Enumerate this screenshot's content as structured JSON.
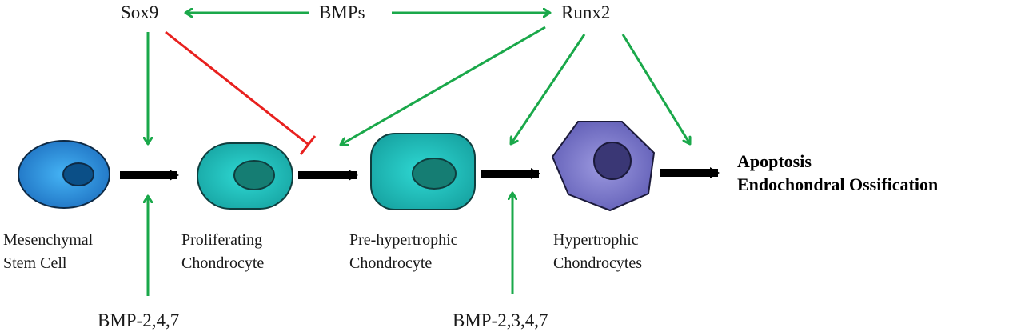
{
  "diagram": {
    "title": "Chondrocyte differentiation regulated by BMPs, Sox9 and Runx2",
    "colors": {
      "activation": "#1aa84a",
      "inhibition": "#e8201e",
      "progression": "#000000",
      "msc_cell": "#2a8fe0",
      "msc_nucleus": "#0b4f87",
      "chondrocyte_cell": "#1fc3c0",
      "chondrocyte_nucleus": "#157d73",
      "hypertrophic_cell": "#7b78c8",
      "hypertrophic_nucleus": "#3a3775"
    },
    "regulators": {
      "sox9": "Sox9",
      "bmps": "BMPs",
      "runx2": "Runx2"
    },
    "stages": [
      {
        "line1": "Mesenchymal",
        "line2": "Stem Cell",
        "shape": "oval"
      },
      {
        "line1": "Proliferating",
        "line2": "Chondrocyte",
        "shape": "rounded-oval"
      },
      {
        "line1": "Pre-hypertrophic",
        "line2": "Chondrocyte",
        "shape": "rounded-rectangle"
      },
      {
        "line1": "Hypertrophic",
        "line2": "Chondrocytes",
        "shape": "heptagon"
      }
    ],
    "growth_factors": [
      {
        "label": "BMP-2,4,7",
        "acts_on": "Mesenchymal Stem Cell -> Proliferating Chondrocyte"
      },
      {
        "label": "BMP-2,3,4,7",
        "acts_on": "Pre-hypertrophic Chondrocyte -> Hypertrophic Chondrocytes"
      }
    ],
    "outcome": {
      "line1": "Apoptosis",
      "line2": "Endochondral Ossification"
    },
    "edges": [
      {
        "from": "BMPs",
        "to": "Sox9",
        "type": "activation"
      },
      {
        "from": "BMPs",
        "to": "Runx2",
        "type": "activation"
      },
      {
        "from": "Sox9",
        "to": "MSC -> Proliferating transition",
        "type": "activation"
      },
      {
        "from": "Sox9",
        "to": "Proliferating -> Pre-hypertrophic transition",
        "type": "inhibition"
      },
      {
        "from": "Runx2",
        "to": "Proliferating -> Pre-hypertrophic transition",
        "type": "activation"
      },
      {
        "from": "Runx2",
        "to": "Pre-hypertrophic -> Hypertrophic transition",
        "type": "activation"
      },
      {
        "from": "Runx2",
        "to": "Hypertrophic -> Outcome transition",
        "type": "activation"
      },
      {
        "from": "BMP-2,4,7",
        "to": "MSC -> Proliferating transition",
        "type": "activation"
      },
      {
        "from": "BMP-2,3,4,7",
        "to": "Pre-hypertrophic -> Hypertrophic transition",
        "type": "activation"
      }
    ]
  }
}
